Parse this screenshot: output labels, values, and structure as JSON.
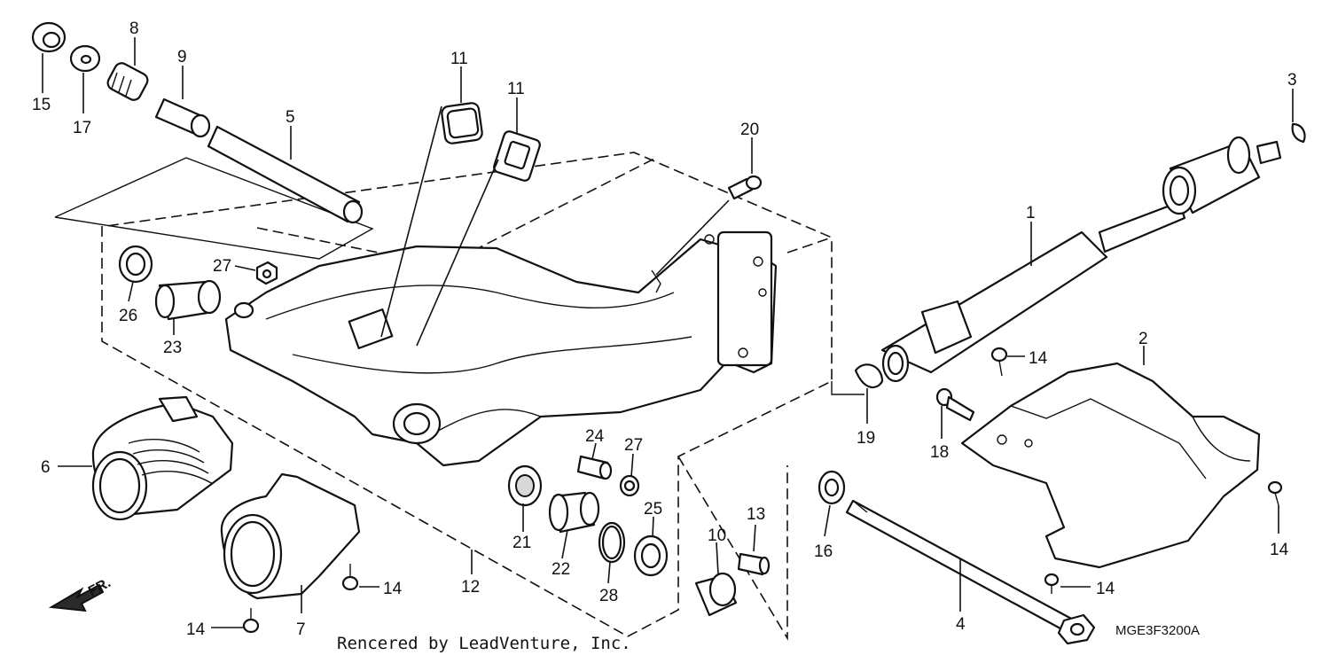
{
  "diagram": {
    "code": "MGE3F3200A",
    "credit": "Rencered by LeadVenture, Inc.",
    "direction": "FR.",
    "callouts": {
      "c1": "1",
      "c2": "2",
      "c3": "3",
      "c4": "4",
      "c5": "5",
      "c6": "6",
      "c7": "7",
      "c8": "8",
      "c9": "9",
      "c10": "10",
      "c11a": "11",
      "c11b": "11",
      "c12": "12",
      "c13": "13",
      "c14a": "14",
      "c14b": "14",
      "c14c": "14",
      "c14d": "14",
      "c14e": "14",
      "c15": "15",
      "c16": "16",
      "c17": "17",
      "c18": "18",
      "c19": "19",
      "c20": "20",
      "c21": "21",
      "c22": "22",
      "c23": "23",
      "c24": "24",
      "c25": "25",
      "c26": "26",
      "c27a": "27",
      "c27b": "27",
      "c28": "28"
    }
  }
}
